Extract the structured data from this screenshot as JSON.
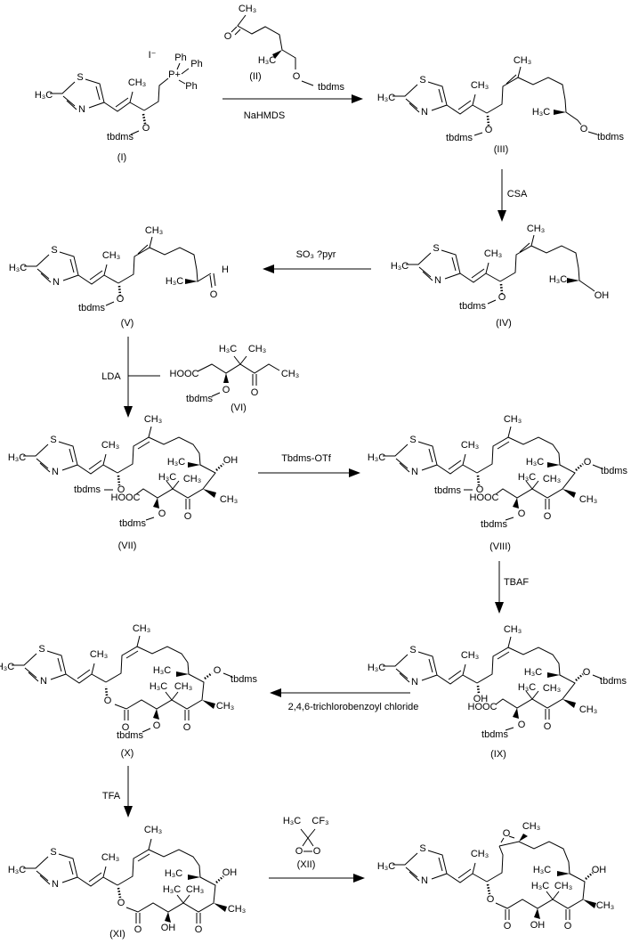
{
  "colors": {
    "background": "#ffffff",
    "ink": "#000000"
  },
  "atoms": {
    "h3c": "H₃C",
    "ch3": "CH₃",
    "s": "S",
    "n": "N",
    "o": "O",
    "oh": "OH",
    "h": "H",
    "tbdms": "tbdms",
    "hooc": "HOOC",
    "p_plus": "P+",
    "iodide": "I⁻",
    "ph": "Ph",
    "cf3": "CF₃"
  },
  "compound_labels": {
    "i": "(I)",
    "ii": "(II)",
    "iii": "(III)",
    "iv": "(IV)",
    "v": "(V)",
    "vi": "(VI)",
    "vii": "(VII)",
    "viii": "(VIII)",
    "ix": "(IX)",
    "x": "(X)",
    "xi": "(XI)",
    "xii": "(XII)"
  },
  "reagents": {
    "step1": "NaHMDS",
    "step2": "CSA",
    "step3": "SO₃ ?pyr",
    "step4": "LDA",
    "step5": "Tbdms-OTf",
    "step6": "TBAF",
    "step7": "2,4,6-trichlorobenzoyl chloride",
    "step8": "TFA"
  }
}
